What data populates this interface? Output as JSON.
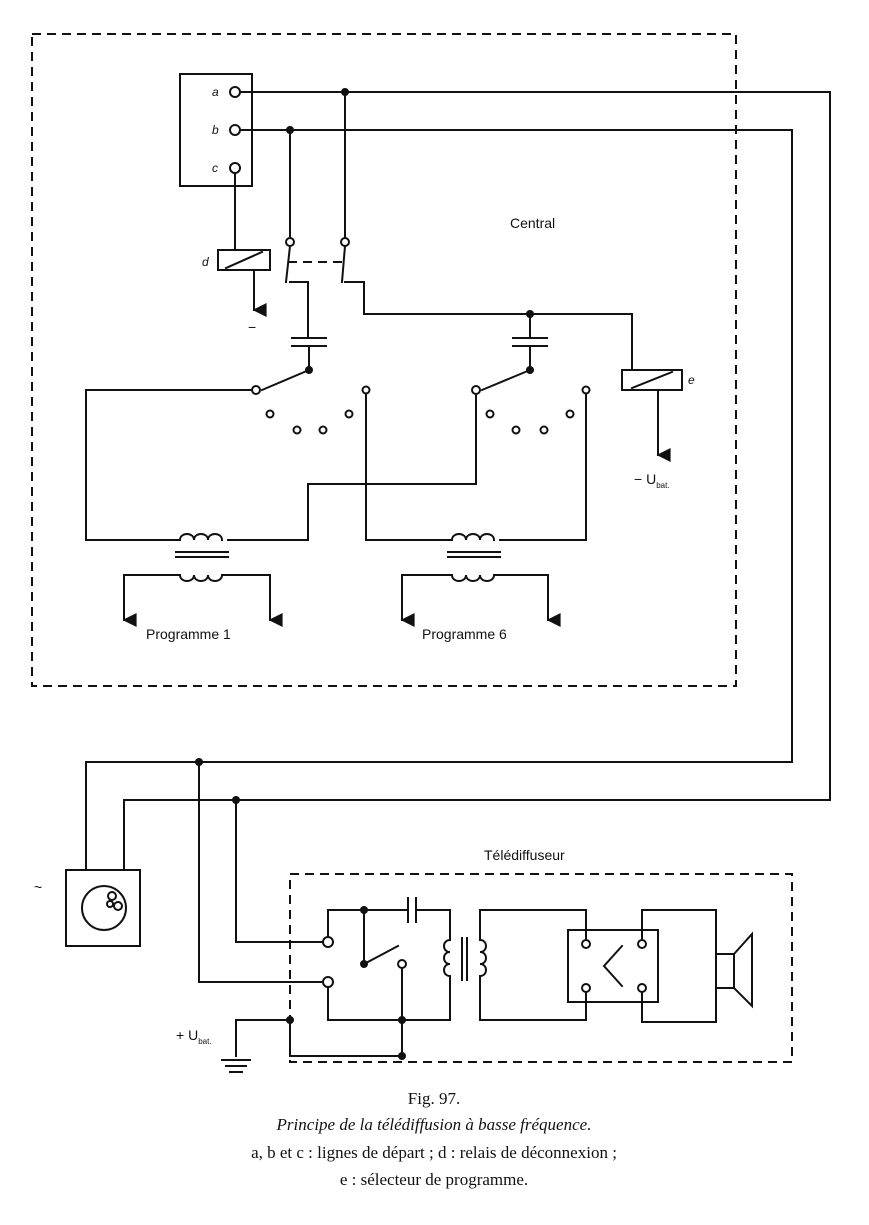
{
  "labels": {
    "central": "Central",
    "telediffuseur": "Télédiffuseur",
    "programme1": "Programme 1",
    "programme6": "Programme 6",
    "a": "a",
    "b": "b",
    "c": "c",
    "d": "d",
    "e": "e",
    "minus": "−",
    "ubat_neg": "− U",
    "ubat_pos": "+ U",
    "bat_sub": "bat.",
    "tilde": "~"
  },
  "caption": {
    "fig": "Fig. 97.",
    "title": "Principe de la télédiffusion à basse fréquence.",
    "line1": "a, b et c : lignes de départ ; d : relais de déconnexion ;",
    "line2": "e : sélecteur de programme."
  }
}
